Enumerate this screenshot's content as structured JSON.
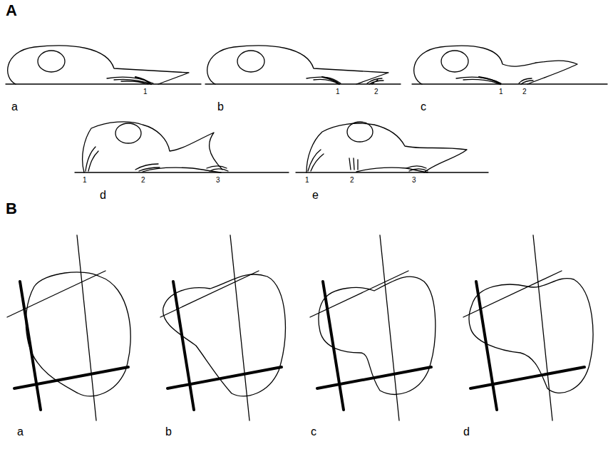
{
  "diagram": {
    "labels": [
      "A",
      "1",
      "a",
      "1",
      "2",
      "b",
      "1",
      "2",
      "c",
      "1",
      "2",
      "3",
      "d",
      "1",
      "2",
      "3",
      "e",
      "B",
      "a",
      "b",
      "c",
      "d"
    ]
  }
}
